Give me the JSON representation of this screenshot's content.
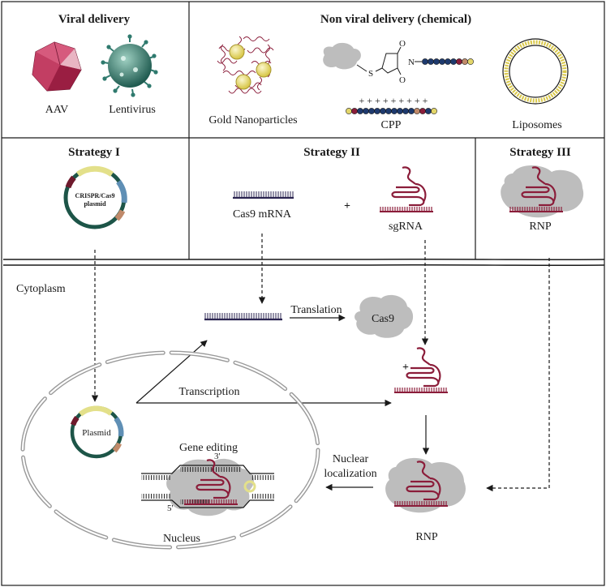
{
  "panels": {
    "viral": {
      "title": "Viral delivery",
      "aav": "AAV",
      "lentivirus": "Lentivirus"
    },
    "nonviral": {
      "title": "Non viral delivery (chemical)",
      "gold": "Gold Nanoparticles",
      "cpp": "CPP",
      "liposomes": "Liposomes",
      "o_top": "O",
      "o_bottom": "O",
      "n_atom": "N",
      "s_atom": "S",
      "cpp_charges": "+ + + + + + + + +"
    }
  },
  "strategies": {
    "one": {
      "title": "Strategy I",
      "plasmid_line1": "CRISPR/Cas9",
      "plasmid_line2": "plasmid"
    },
    "two": {
      "title": "Strategy II",
      "mrna": "Cas9 mRNA",
      "plus": "+",
      "sgrna": "sgRNA"
    },
    "three": {
      "title": "Strategy III",
      "rnp": "RNP"
    }
  },
  "cell": {
    "cytoplasm": "Cytoplasm",
    "translation": "Translation",
    "cas9": "Cas9",
    "transcription": "Transcription",
    "plus": "+",
    "plasmid": "Plasmid",
    "gene_editing": "Gene editing",
    "three_prime": "3'",
    "five_prime": "5'",
    "nuclear_line1": "Nuclear",
    "nuclear_line2": "localization",
    "rnp": "RNP",
    "nucleus": "Nucleus"
  },
  "colors": {
    "rna": "#8b1d3a",
    "mrna": "#2b2450",
    "protein": "#bdbdbd",
    "plasmid_backbone": "#1d5548",
    "plasmid_yellow": "#e3e08a",
    "plasmid_blue": "#5f8fb5",
    "plasmid_tan": "#c08a6a",
    "plasmid_maroon": "#6e1a2c",
    "gold": "#e0d25a",
    "lentivirus": "#2f7a6e",
    "aav": "#b3274f"
  }
}
